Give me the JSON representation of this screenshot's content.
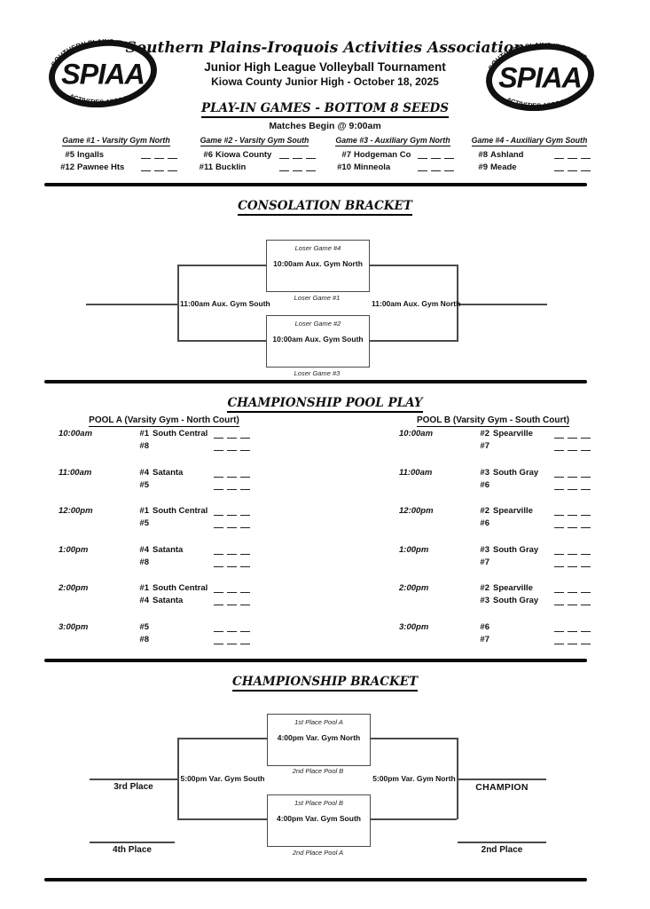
{
  "header": {
    "association": "Southern Plains-Iroquois Activities Association",
    "tournament": "Junior High League Volleyball Tournament",
    "location_date": "Kiowa County Junior High - October 18, 2025",
    "logo": {
      "top_arc": "SOUTHERN PLAINS IROQUOIS",
      "acronym": "SPIAA",
      "bottom_arc": "ACTIVITIES ASSOCIATION"
    }
  },
  "play_in": {
    "title": "PLAY-IN GAMES - BOTTOM 8 SEEDS",
    "subtitle": "Matches Begin @ 9:00am",
    "games": [
      {
        "header": "Game #1 - Varsity Gym North",
        "teams": [
          {
            "seed": "#5",
            "name": "Ingalls"
          },
          {
            "seed": "#12",
            "name": "Pawnee Hts"
          }
        ]
      },
      {
        "header": "Game #2 - Varsity Gym South",
        "teams": [
          {
            "seed": "#6",
            "name": "Kiowa County"
          },
          {
            "seed": "#11",
            "name": "Bucklin"
          }
        ]
      },
      {
        "header": "Game #3 - Auxiliary Gym North",
        "teams": [
          {
            "seed": "#7",
            "name": "Hodgeman Co"
          },
          {
            "seed": "#10",
            "name": "Minneola"
          }
        ]
      },
      {
        "header": "Game #4 - Auxiliary Gym South",
        "teams": [
          {
            "seed": "#8",
            "name": "Ashland"
          },
          {
            "seed": "#9",
            "name": "Meade"
          }
        ]
      }
    ]
  },
  "consolation": {
    "title": "CONSOLATION BRACKET",
    "semifinal_top": {
      "top_label": "Loser Game #4",
      "time": "10:00am Aux. Gym North",
      "bottom_label": "Loser Game #1"
    },
    "semifinal_bottom": {
      "top_label": "Loser Game #2",
      "time": "10:00am Aux. Gym South",
      "bottom_label": "Loser Game #3"
    },
    "final_left": "11:00am Aux. Gym South",
    "final_right": "11:00am Aux. Gym North"
  },
  "pool_play": {
    "title": "CHAMPIONSHIP POOL PLAY",
    "pools": [
      {
        "header": "POOL A (Varsity Gym - North Court)",
        "slots": [
          {
            "time": "10:00am",
            "t1": {
              "seed": "#1",
              "name": "South Central"
            },
            "t2": {
              "seed": "#8",
              "name": ""
            }
          },
          {
            "time": "11:00am",
            "t1": {
              "seed": "#4",
              "name": "Satanta"
            },
            "t2": {
              "seed": "#5",
              "name": ""
            }
          },
          {
            "time": "12:00pm",
            "t1": {
              "seed": "#1",
              "name": "South Central"
            },
            "t2": {
              "seed": "#5",
              "name": ""
            }
          },
          {
            "time": "1:00pm",
            "t1": {
              "seed": "#4",
              "name": "Satanta"
            },
            "t2": {
              "seed": "#8",
              "name": ""
            }
          },
          {
            "time": "2:00pm",
            "t1": {
              "seed": "#1",
              "name": "South Central"
            },
            "t2": {
              "seed": "#4",
              "name": "Satanta"
            }
          },
          {
            "time": "3:00pm",
            "t1": {
              "seed": "#5",
              "name": ""
            },
            "t2": {
              "seed": "#8",
              "name": ""
            }
          }
        ]
      },
      {
        "header": "POOL B (Varsity Gym - South Court)",
        "slots": [
          {
            "time": "10:00am",
            "t1": {
              "seed": "#2",
              "name": "Spearville"
            },
            "t2": {
              "seed": "#7",
              "name": ""
            }
          },
          {
            "time": "11:00am",
            "t1": {
              "seed": "#3",
              "name": "South Gray"
            },
            "t2": {
              "seed": "#6",
              "name": ""
            }
          },
          {
            "time": "12:00pm",
            "t1": {
              "seed": "#2",
              "name": "Spearville"
            },
            "t2": {
              "seed": "#6",
              "name": ""
            }
          },
          {
            "time": "1:00pm",
            "t1": {
              "seed": "#3",
              "name": "South Gray"
            },
            "t2": {
              "seed": "#7",
              "name": ""
            }
          },
          {
            "time": "2:00pm",
            "t1": {
              "seed": "#2",
              "name": "Spearville"
            },
            "t2": {
              "seed": "#3",
              "name": "South Gray"
            }
          },
          {
            "time": "3:00pm",
            "t1": {
              "seed": "#6",
              "name": ""
            },
            "t2": {
              "seed": "#7",
              "name": ""
            }
          }
        ]
      }
    ]
  },
  "championship": {
    "title": "CHAMPIONSHIP BRACKET",
    "semifinal_top": {
      "top_label": "1st Place Pool A",
      "time": "4:00pm Var. Gym North",
      "bottom_label": "2nd Place Pool B"
    },
    "semifinal_bottom": {
      "top_label": "1st Place Pool B",
      "time": "4:00pm Var. Gym South",
      "bottom_label": "2nd Place Pool A"
    },
    "final_left": "5:00pm Var. Gym South",
    "final_right": "5:00pm Var. Gym North",
    "third_place": "3rd Place",
    "fourth_place": "4th Place",
    "champion": "CHAMPION",
    "second_place": "2nd Place"
  },
  "colors": {
    "ink": "#111111",
    "bracket_line": "#4a4a4a",
    "rule": "#0a0a0a"
  }
}
